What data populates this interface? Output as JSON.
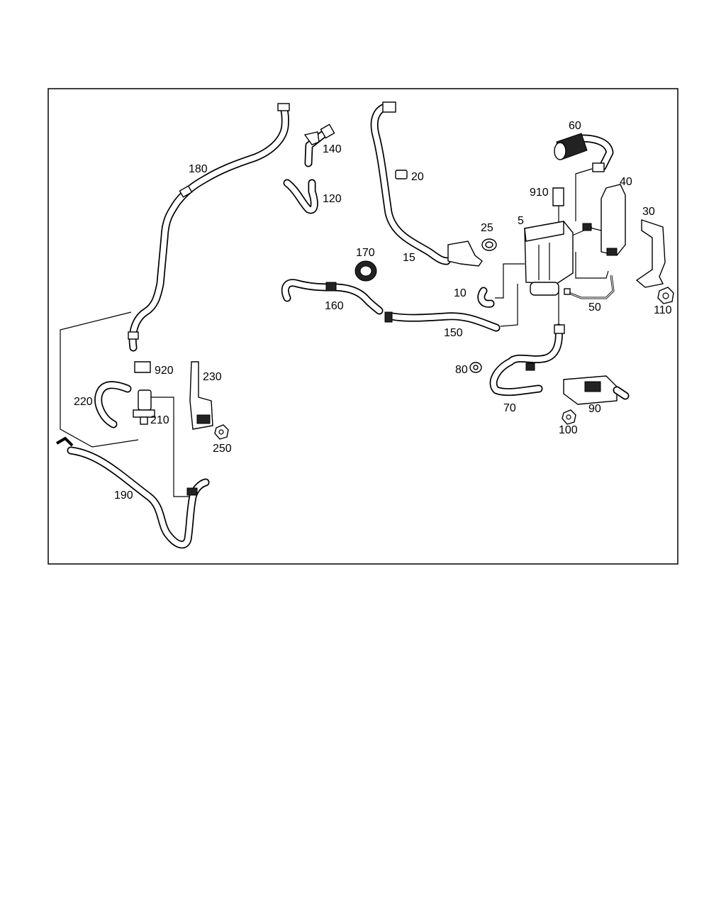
{
  "labels": {
    "p5": "5",
    "p10": "10",
    "p15": "15",
    "p20": "20",
    "p25": "25",
    "p30": "30",
    "p40": "40",
    "p50": "50",
    "p60": "60",
    "p70": "70",
    "p80": "80",
    "p90": "90",
    "p100": "100",
    "p110": "110",
    "p120": "120",
    "p140": "140",
    "p150": "150",
    "p160": "160",
    "p170": "170",
    "p180": "180",
    "p190": "190",
    "p210": "210",
    "p220": "220",
    "p230": "230",
    "p250": "250",
    "p910": "910",
    "p920": "920"
  }
}
